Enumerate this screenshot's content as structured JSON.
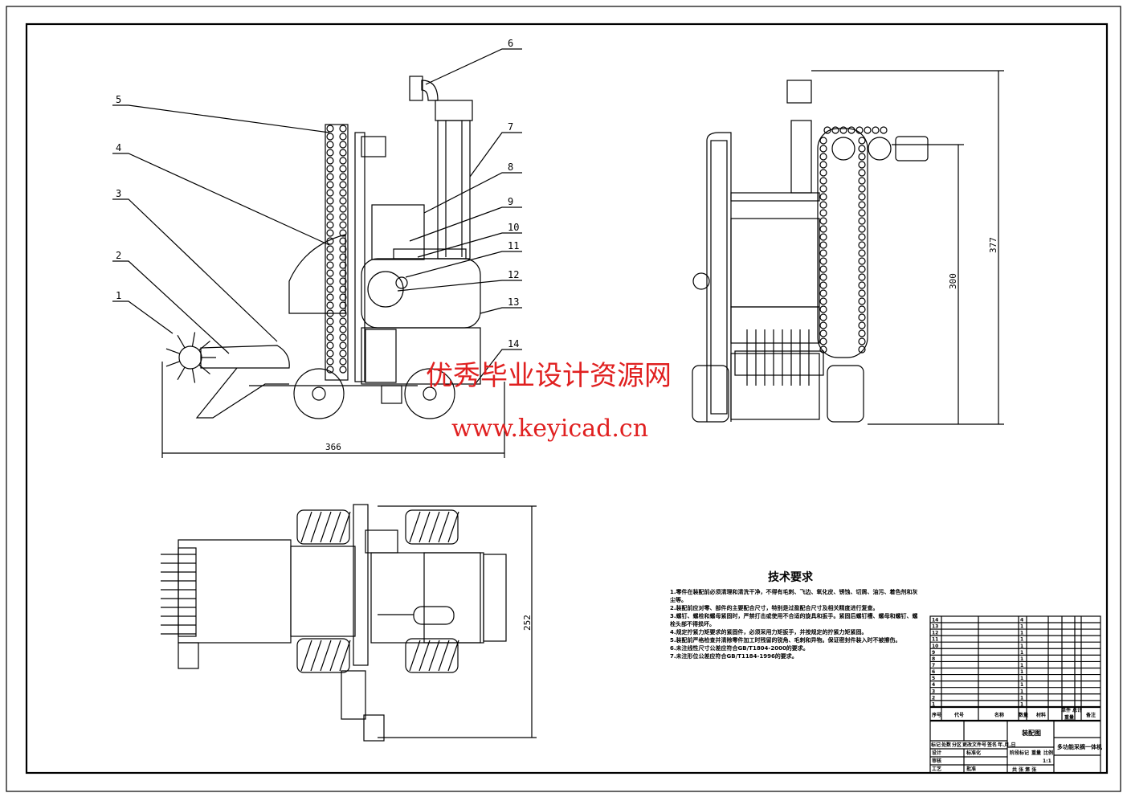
{
  "drawing": {
    "balloons": [
      "1",
      "2",
      "3",
      "4",
      "5",
      "6",
      "7",
      "8",
      "9",
      "10",
      "11",
      "12",
      "13",
      "14"
    ],
    "dimensions": {
      "front_width": "366",
      "side_height_total": "377",
      "side_height": "300",
      "top_depth": "252"
    }
  },
  "tech_requirements": {
    "title": "技术要求",
    "items": [
      "1.零件在装配前必须清理和清洗干净，不得有毛刺、飞边、氧化皮、锈蚀、切屑、油污、着色剂和灰尘等。",
      "2.装配前应对零、部件的主要配合尺寸，特别是过盈配合尺寸及相关精度进行复查。",
      "3.螺钉、螺栓和螺母紧固时，严禁打击或使用不合适的旋具和扳手。紧固后螺钉槽、螺母和螺钉、螺栓头部不得损坏。",
      "4.规定拧紧力矩要求的紧固件，必须采用力矩扳手，并按规定的拧紧力矩紧固。",
      "5.装配前严格检查并清除零件加工时残留的锐角、毛刺和异物。保证密封件装入时不被擦伤。",
      "6.未注线性尺寸公差应符合GB/T1804-2000的要求。",
      "7.未注形位公差应符合GB/T1184-1996的要求。"
    ]
  },
  "bom": {
    "rows": [
      {
        "no": "14",
        "qty": "4"
      },
      {
        "no": "13",
        "qty": "1"
      },
      {
        "no": "12",
        "qty": "1"
      },
      {
        "no": "11",
        "qty": "1"
      },
      {
        "no": "10",
        "qty": "1"
      },
      {
        "no": "9",
        "qty": "1"
      },
      {
        "no": "8",
        "qty": "1"
      },
      {
        "no": "7",
        "qty": "1"
      },
      {
        "no": "6",
        "qty": "1"
      },
      {
        "no": "5",
        "qty": "1"
      },
      {
        "no": "4",
        "qty": "1"
      },
      {
        "no": "3",
        "qty": "1"
      },
      {
        "no": "2",
        "qty": "1"
      },
      {
        "no": "1",
        "qty": "1"
      }
    ],
    "headers": {
      "no": "序号",
      "code": "代号",
      "name": "名称",
      "qty": "数量",
      "material": "材料",
      "single": "单件",
      "total": "总计",
      "weight": "重量",
      "remark": "备注"
    }
  },
  "title_block": {
    "material": "装配图",
    "title": "多功能采摘一体机",
    "mark": "标记",
    "count": "处数",
    "zone": "分区",
    "change": "更改文件号",
    "sign": "签名",
    "date": "年.月.日",
    "design": "设计",
    "standard": "标准化",
    "review": "审核",
    "process": "工艺",
    "approve": "批准",
    "stage": "阶段标记",
    "weight": "重量",
    "scale": "比例",
    "scale_value": "1:1",
    "sheets": "共  张  第  张"
  },
  "watermark": {
    "line1": "优秀毕业设计资源网",
    "line2": "www.keyicad.cn",
    "color": "#e02020"
  }
}
